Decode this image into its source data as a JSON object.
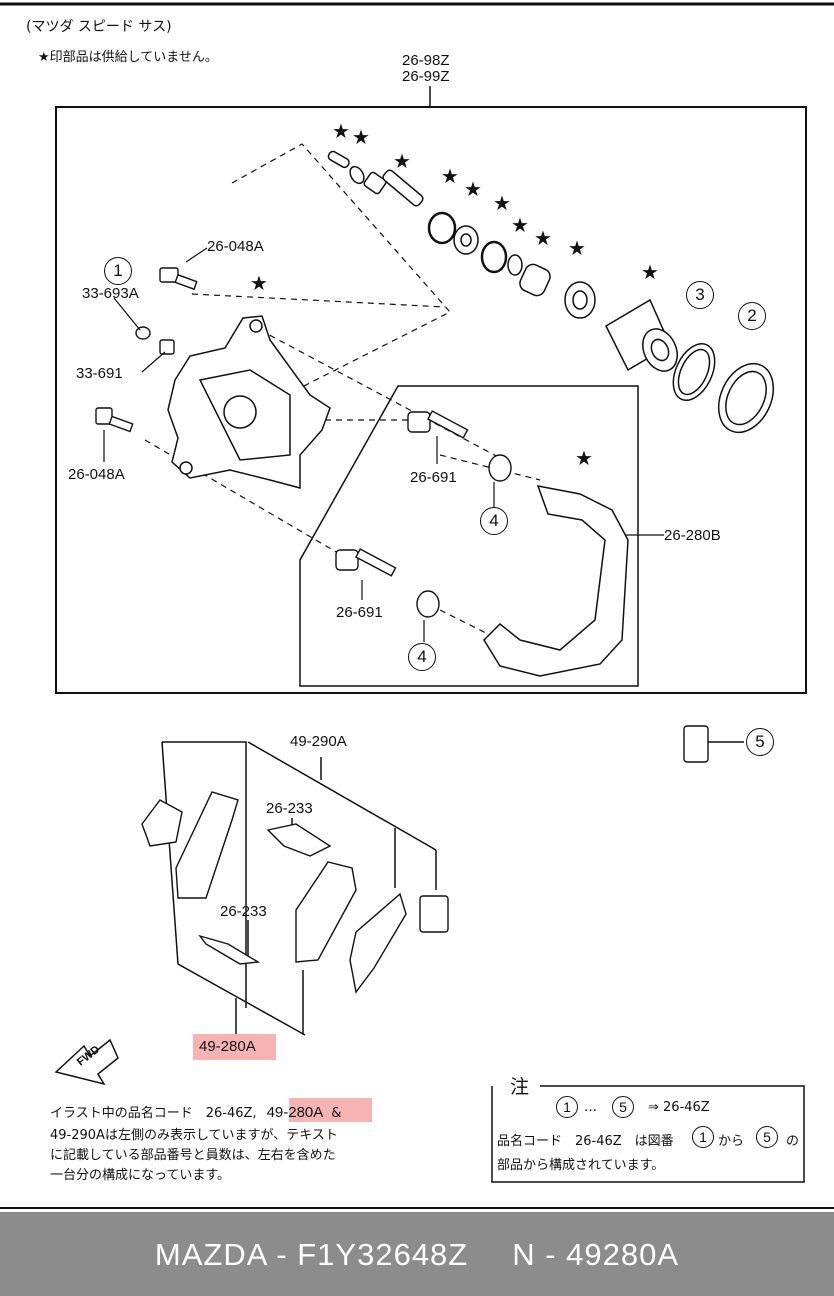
{
  "header": {
    "model": "(マツダ スピード サス)",
    "note": "★印部品は供給していません。"
  },
  "callouts": {
    "assembly_top": "26-98Z",
    "assembly_top2": "26-99Z",
    "bolt_upper": "26-048A",
    "bolt_lower": "26-048A",
    "bleeder_cap": "33-693A",
    "bleeder": "33-691",
    "pin_upper": "26-691",
    "pin_lower": "26-691",
    "bracket": "26-280B",
    "pad_set_rear": "49-290A",
    "clip_upper": "26-233",
    "clip_lower": "26-233",
    "pad_set_front": "49-280A",
    "ref_1": "1",
    "ref_2": "2",
    "ref_3": "3",
    "ref_4a": "4",
    "ref_4b": "4",
    "ref_5": "5",
    "fwd": "FWD"
  },
  "left_note": {
    "line1_a": "イラスト中の品名コード　26-46Z,",
    "line1_b": "49-280A",
    "line1_c": "&",
    "line2": "49-290Aは左側のみ表示していますが、テキスト",
    "line3": "に記載している部品番号と員数は、左右を含めた",
    "line4": "一台分の構成になっています。"
  },
  "right_note": {
    "title": "注",
    "range_a": "1",
    "range_sep": "…",
    "range_b": "5",
    "arrow": "⇒ 26-46Z",
    "line2_a": "品名コード　26-46Z　は図番",
    "line2_b": "1",
    "line2_c": "から",
    "line2_d": "5",
    "line2_e": "の",
    "line3": "部品から構成されています。"
  },
  "footer": {
    "part": "MAZDA - F1Y32648Z",
    "number": "N - 49280A"
  },
  "colors": {
    "highlight": "#f6b3b3",
    "footer_bg": "#8c8c8c",
    "line": "#111111"
  }
}
